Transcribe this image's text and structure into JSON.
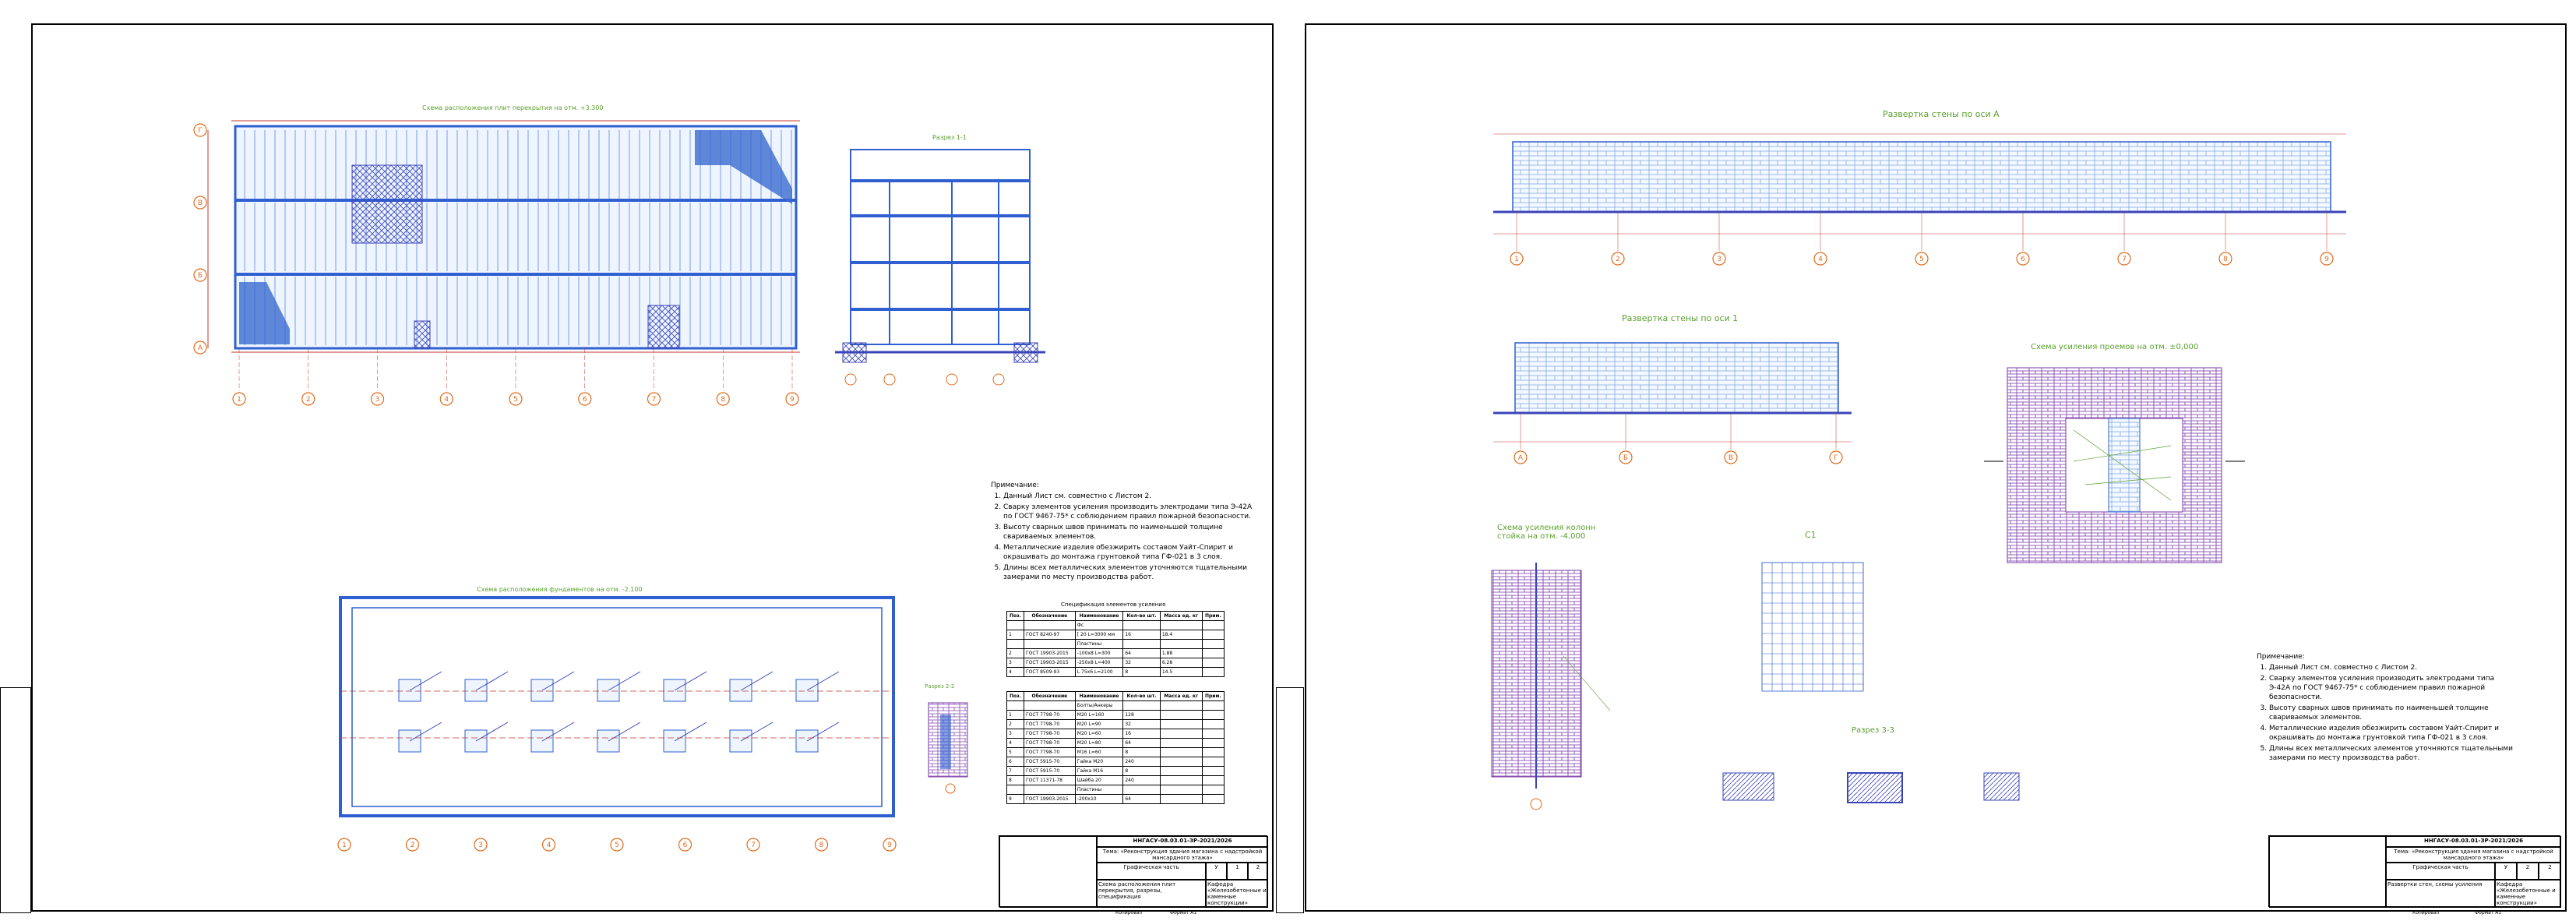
{
  "sheet1": {
    "plan_title": "Схема расположения плит перекрытия на отм. +3.300",
    "section_title": "Разрез 1-1",
    "foundation_title": "Схема расположения фундаментов на отм. -2.100",
    "small_section_title": "Разрез 2-2",
    "axes_letters": [
      "А",
      "Б",
      "В",
      "Г"
    ],
    "axes_numbers": [
      "1",
      "2",
      "3",
      "4",
      "5",
      "6",
      "7",
      "8",
      "9"
    ],
    "notes_heading": "Примечание:",
    "notes": [
      "Данный Лист см. совместно с Листом 2.",
      "Сварку элементов усиления производить электродами типа Э-42А по ГОСТ 9467-75* с соблюдением правил пожарной безопасности.",
      "Высоту сварных швов принимать по наименьшей толщине свариваемых элементов.",
      "Металлические изделия обезжирить составом Уайт-Спирит и окрашивать до монтажа грунтовкой типа ГФ-021 в 3 слоя.",
      "Длины всех металлических элементов уточняются тщательными замерами по месту производства работ."
    ],
    "spec_title": "Спецификация элементов усиления",
    "spec_headers": [
      "Поз.",
      "Обозначение",
      "Наименование",
      "Кол-во шт.",
      "Масса ед. кг",
      "Прим."
    ],
    "spec_rows": [
      [
        "",
        "",
        "Фс",
        "",
        "",
        ""
      ],
      [
        "1",
        "ГОСТ 8240-97",
        "[ 20 L=3000 мм",
        "16",
        "18.4",
        ""
      ],
      [
        "",
        "",
        "Пластины",
        "",
        "",
        ""
      ],
      [
        "2",
        "ГОСТ 19903-2015",
        "-100x8 L=300",
        "64",
        "1.88",
        ""
      ],
      [
        "3",
        "ГОСТ 19903-2015",
        "-250x8 L=400",
        "32",
        "6.28",
        ""
      ],
      [
        "4",
        "ГОСТ 8509-93",
        "L 75x6 L=2100",
        "8",
        "14.5",
        ""
      ]
    ],
    "spec2_rows": [
      [
        "",
        "",
        "Болты/Анкеры",
        "",
        "",
        ""
      ],
      [
        "1",
        "ГОСТ 7798-70",
        "М20 L=160",
        "128",
        "",
        ""
      ],
      [
        "2",
        "ГОСТ 7798-70",
        "М20 L=90",
        "32",
        "",
        ""
      ],
      [
        "3",
        "ГОСТ 7798-70",
        "М20 L=60",
        "16",
        "",
        ""
      ],
      [
        "4",
        "ГОСТ 7798-70",
        "М20 L=80",
        "64",
        "",
        ""
      ],
      [
        "5",
        "ГОСТ 7798-70",
        "М16 L=60",
        "8",
        "",
        ""
      ],
      [
        "6",
        "ГОСТ 5915-70",
        "Гайка М20",
        "240",
        "",
        ""
      ],
      [
        "7",
        "ГОСТ 5915-70",
        "Гайка М16",
        "8",
        "",
        ""
      ],
      [
        "8",
        "ГОСТ 11371-78",
        "Шайба 20",
        "240",
        "",
        ""
      ],
      [
        "",
        "",
        "Пластины",
        "",
        "",
        ""
      ],
      [
        "9",
        "ГОСТ 19903-2015",
        "-200x10",
        "64",
        "",
        ""
      ]
    ],
    "stamp": {
      "code": "ННГАСУ-08.03.01-ЗР-2021/2026",
      "project": "Тема: «Реконструкция здания магазина с надстройкой мансардного этажа»",
      "title": "Графическая часть",
      "sheet_title": "Схема расположения плит перекрытия, разрезы, спецификация",
      "org": "Кафедра «Железобетонные и каменные конструкции»",
      "stage": "У",
      "sheet": "1",
      "sheets": "2",
      "format": "Формат А1",
      "copied": "Копировал"
    }
  },
  "sheet2": {
    "wall_a_title": "Развертка стены по оси А",
    "wall_1_title": "Развертка стены по оси 1",
    "opening_title": "Схема усиления проемов на отм. ±0,000",
    "pilaster_title": "Схема усиления колонн стойка на отм. -4,000",
    "c1_title": "С1",
    "section3_title": "Разрез 3-3",
    "axes_numbers": [
      "1",
      "2",
      "3",
      "4",
      "5",
      "6",
      "7",
      "8",
      "9"
    ],
    "axes_letters": [
      "А",
      "Б",
      "В",
      "Г"
    ],
    "notes_heading": "Примечание:",
    "notes": [
      "Данный Лист см. совместно с Листом 2.",
      "Сварку элементов усиления производить электродами типа Э-42А по ГОСТ 9467-75* с соблюдением правил пожарной безопасности.",
      "Высоту сварных швов принимать по наименьшей толщине свариваемых элементов.",
      "Металлические изделия обезжирить составом Уайт-Спирит и окрашивать до монтажа грунтовкой типа ГФ-021 в 3 слоя.",
      "Длины всех металлических элементов уточняются тщательными замерами по месту производства работ."
    ],
    "stamp": {
      "code": "ННГАСУ-08.03.01-ЗР-2021/2026",
      "project": "Тема: «Реконструкция здания магазина с надстройкой мансардного этажа»",
      "title": "Графическая часть",
      "sheet_title": "Развертки стен, схемы усиления",
      "org": "Кафедра «Железобетонные и каменные конструкции»",
      "stage": "У",
      "sheet": "2",
      "sheets": "2",
      "format": "Формат А1",
      "copied": "Копировал"
    }
  },
  "colors": {
    "line": "#2f5fd0",
    "hatch": "#3a44b8",
    "brick": "#7a3aa8",
    "dim": "#c0392b",
    "axis": "#e06a1b",
    "text_green": "#5aa02c"
  }
}
